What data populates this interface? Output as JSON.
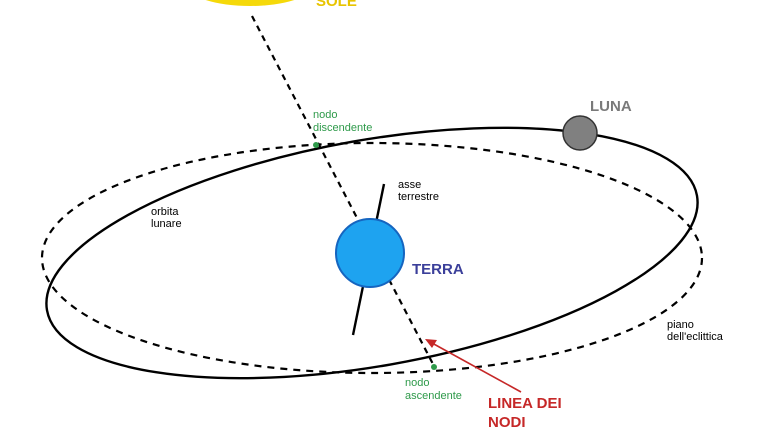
{
  "labels": {
    "sun": "SOLE",
    "moon": "LUNA",
    "earth": "TERRA",
    "descending_node": [
      "nodo",
      "discendente"
    ],
    "earth_axis": [
      "asse",
      "terrestre"
    ],
    "lunar_orbit": [
      "orbita",
      "lunare"
    ],
    "ecliptic_plane": [
      "piano",
      "dell'eclittica"
    ],
    "ascending_node": [
      "nodo",
      "ascendente"
    ],
    "line_of_nodes": [
      "LINEA DEI",
      "NODI"
    ]
  },
  "colors": {
    "sun": "#f5d90a",
    "sun_label": "#e8c400",
    "moon": "#808080",
    "moon_label": "#7a7a7a",
    "earth": "#1ea3f0",
    "earth_stroke": "#1565c0",
    "earth_label": "#3b3f9a",
    "node": "#2e9a4a",
    "node_label": "#2e9a4a",
    "line_of_nodes_label": "#c62828",
    "arrow": "#c62828"
  }
}
